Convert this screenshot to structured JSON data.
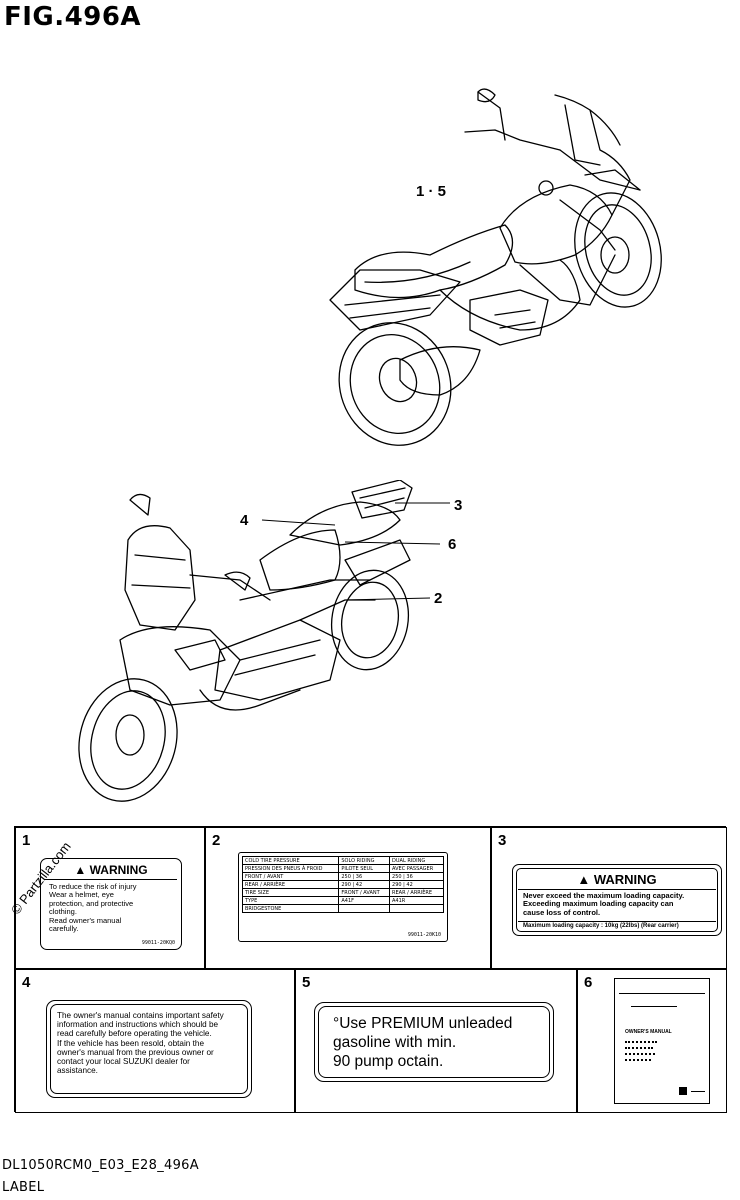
{
  "figure": {
    "title": "FIG.496A"
  },
  "callouts": {
    "top_bike": "1 · 5",
    "c3": "3",
    "c4": "4",
    "c6": "6",
    "c2": "2"
  },
  "cells": {
    "n1": "1",
    "n2": "2",
    "n3": "3",
    "n4": "4",
    "n5": "5",
    "n6": "6"
  },
  "label1": {
    "heading": "WARNING",
    "lines": [
      "To reduce the risk of injury",
      "Wear a helmet, eye",
      "protection, and protective",
      "clothing.",
      "Read owner's manual",
      "carefully."
    ],
    "code": "99011-20KQ0"
  },
  "label2": {
    "rows": [
      [
        "COLD TIRE PRESSURE",
        "SOLO RIDING",
        "DUAL RIDING"
      ],
      [
        "PRESSION DES PNEUS À FROID",
        "PILOTE SEUL",
        "AVEC PASSAGER"
      ],
      [
        "FRONT / AVANT",
        "250 | 36",
        "250 | 36"
      ],
      [
        "REAR / ARRIÈRE",
        "290 | 42",
        "290 | 42"
      ],
      [
        "TIRE SIZE",
        "FRONT / AVANT",
        "REAR / ARRIÈRE"
      ],
      [
        "TYPE",
        "A41F",
        "A41R"
      ],
      [
        "BRIDGESTONE",
        "",
        ""
      ]
    ],
    "code": "99011-20K10"
  },
  "label3": {
    "heading": "WARNING",
    "lines": [
      "Never exceed the maximum loading capacity.",
      "Exceeding maximum loading capacity can",
      "cause loss of control."
    ],
    "footer": "Maximum loading capacity : 10kg (22lbs) (Rear carrier)"
  },
  "label4": {
    "lines": [
      "The owner's manual contains important safety",
      "information and instructions which should be",
      "read carefully before operating the vehicle.",
      "If the vehicle has been resold, obtain the",
      "owner's manual from the previous owner or",
      "contact your local SUZUKI dealer for",
      "assistance."
    ]
  },
  "label5": {
    "lines": [
      "°Use  PREMIUM unleaded",
      "gasoline  with  min.",
      "90  pump  octain."
    ]
  },
  "label6": {
    "title": "OWNER'S MANUAL"
  },
  "watermark": {
    "text": "© Partzilla.com"
  },
  "footer": {
    "code": "DL1050RCM0_E03_E28_496A",
    "title": "LABEL"
  }
}
